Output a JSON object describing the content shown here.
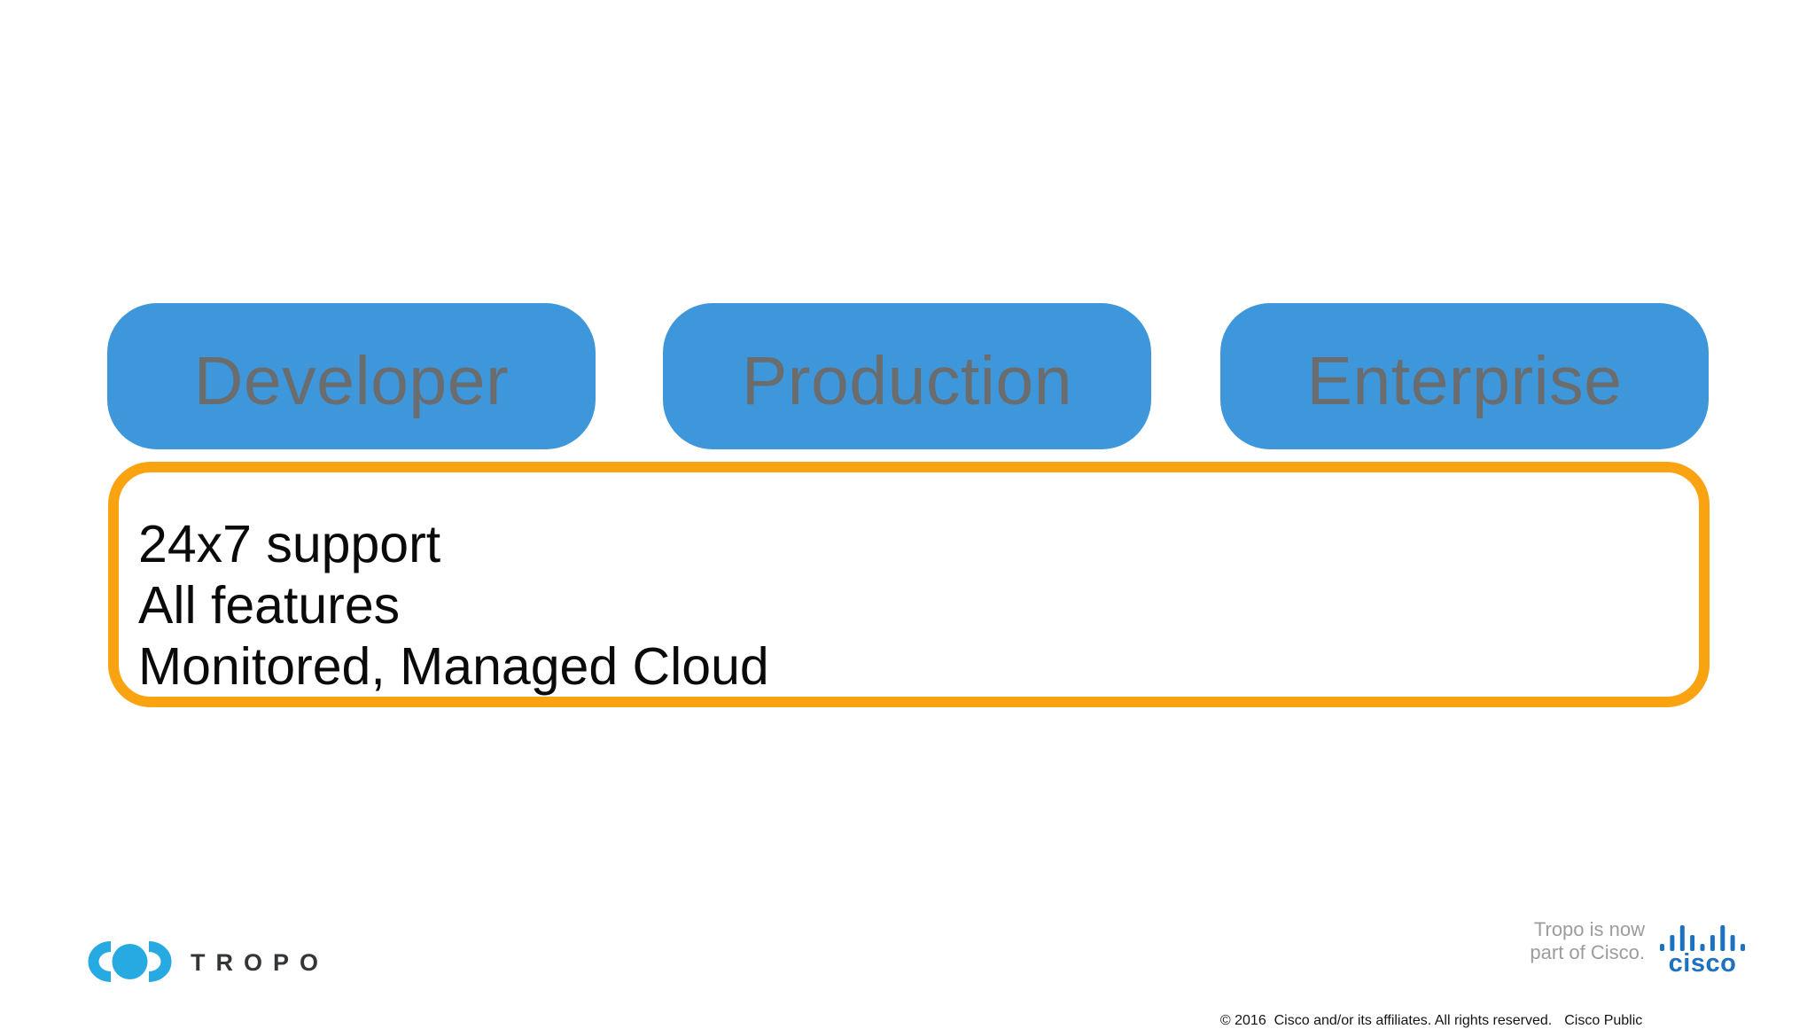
{
  "slide": {
    "tiers": [
      {
        "label": "Developer"
      },
      {
        "label": "Production"
      },
      {
        "label": "Enterprise"
      }
    ],
    "feature_box": {
      "lines": [
        "24x7 support",
        "All features",
        "Monitored, Managed Cloud"
      ]
    },
    "colors": {
      "tier_fill": "#3E97DA",
      "tier_label": "#6B6C6E",
      "feature_border": "#FAA311",
      "tropo_blue": "#27A9E1",
      "cisco_blue": "#1C72BE"
    }
  },
  "footer": {
    "tropo": {
      "wordmark": "TROPO",
      "icon": "brackets-dot-icon"
    },
    "cisco_note": {
      "line1": "Tropo is now",
      "line2": "part of Cisco."
    },
    "cisco": {
      "wordmark": "cisco",
      "icon": "bridge-bars-icon"
    },
    "legal": {
      "copyright": "© 2016  Cisco and/or its affiliates. All rights reserved.",
      "classification": "Cisco Public"
    }
  }
}
